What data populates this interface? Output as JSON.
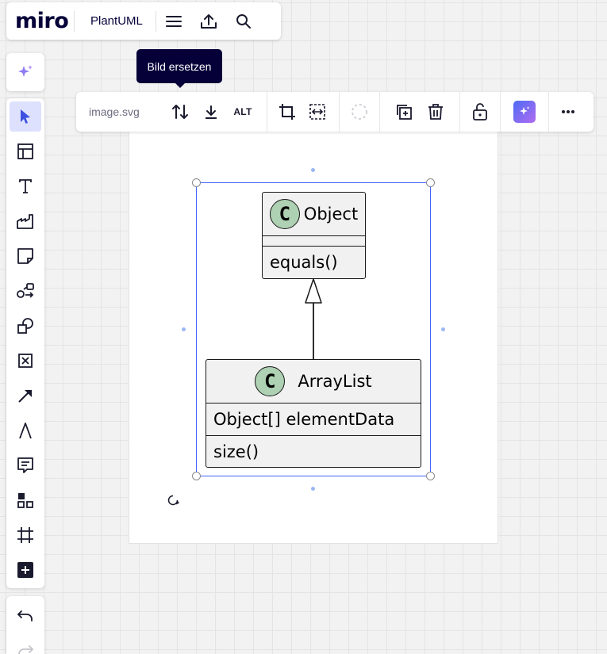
{
  "topbar": {
    "logo": "miro",
    "board_name": "PlantUML",
    "icons": [
      "menu-icon",
      "export-icon",
      "search-icon"
    ]
  },
  "left_toolbar": {
    "ai": "sparkles-icon",
    "tools": [
      {
        "name": "select-tool",
        "icon": "cursor-icon",
        "active": true
      },
      {
        "name": "templates-tool",
        "icon": "templates-icon"
      },
      {
        "name": "text-tool",
        "icon": "text-icon"
      },
      {
        "name": "frame-shapes-tool",
        "icon": "factory-icon"
      },
      {
        "name": "sticky-note-tool",
        "icon": "sticky-note-icon"
      },
      {
        "name": "diagram-tool",
        "icon": "diagram-icon"
      },
      {
        "name": "shapes-tool",
        "icon": "shapes-icon"
      },
      {
        "name": "placeholder-tool",
        "icon": "box-x-icon"
      },
      {
        "name": "connection-line-tool",
        "icon": "arrow-icon"
      },
      {
        "name": "pen-tool",
        "icon": "pen-icon"
      },
      {
        "name": "comment-tool",
        "icon": "comment-icon"
      },
      {
        "name": "apps-tool",
        "icon": "apps-icon"
      },
      {
        "name": "frame-tool",
        "icon": "frame-icon"
      },
      {
        "name": "more-tools",
        "icon": "plus-icon"
      }
    ],
    "history": [
      "undo-icon",
      "redo-icon"
    ]
  },
  "context_toolbar": {
    "filename": "image.svg",
    "alt_label": "ALT",
    "tooltip": "Bild ersetzen",
    "icons": [
      "replace-image-icon",
      "download-icon",
      "crop-icon",
      "fit-icon",
      "loading-icon",
      "duplicate-icon",
      "delete-icon",
      "unlock-icon",
      "ai-icon",
      "more-icon"
    ]
  },
  "diagram": {
    "classes": [
      {
        "stereotype": "C",
        "name": "Object",
        "fields": [],
        "methods": [
          "equals()"
        ]
      },
      {
        "stereotype": "C",
        "name": "ArrayList",
        "fields": [
          "Object[] elementData"
        ],
        "methods": [
          "size()"
        ]
      }
    ],
    "relation": "ArrayList extends Object"
  },
  "colors": {
    "brand": "#050038",
    "selection": "#4262ff",
    "active_tool_bg": "#dde1fd",
    "class_circle": "#add1b2",
    "class_bg": "#f1f1f1"
  }
}
